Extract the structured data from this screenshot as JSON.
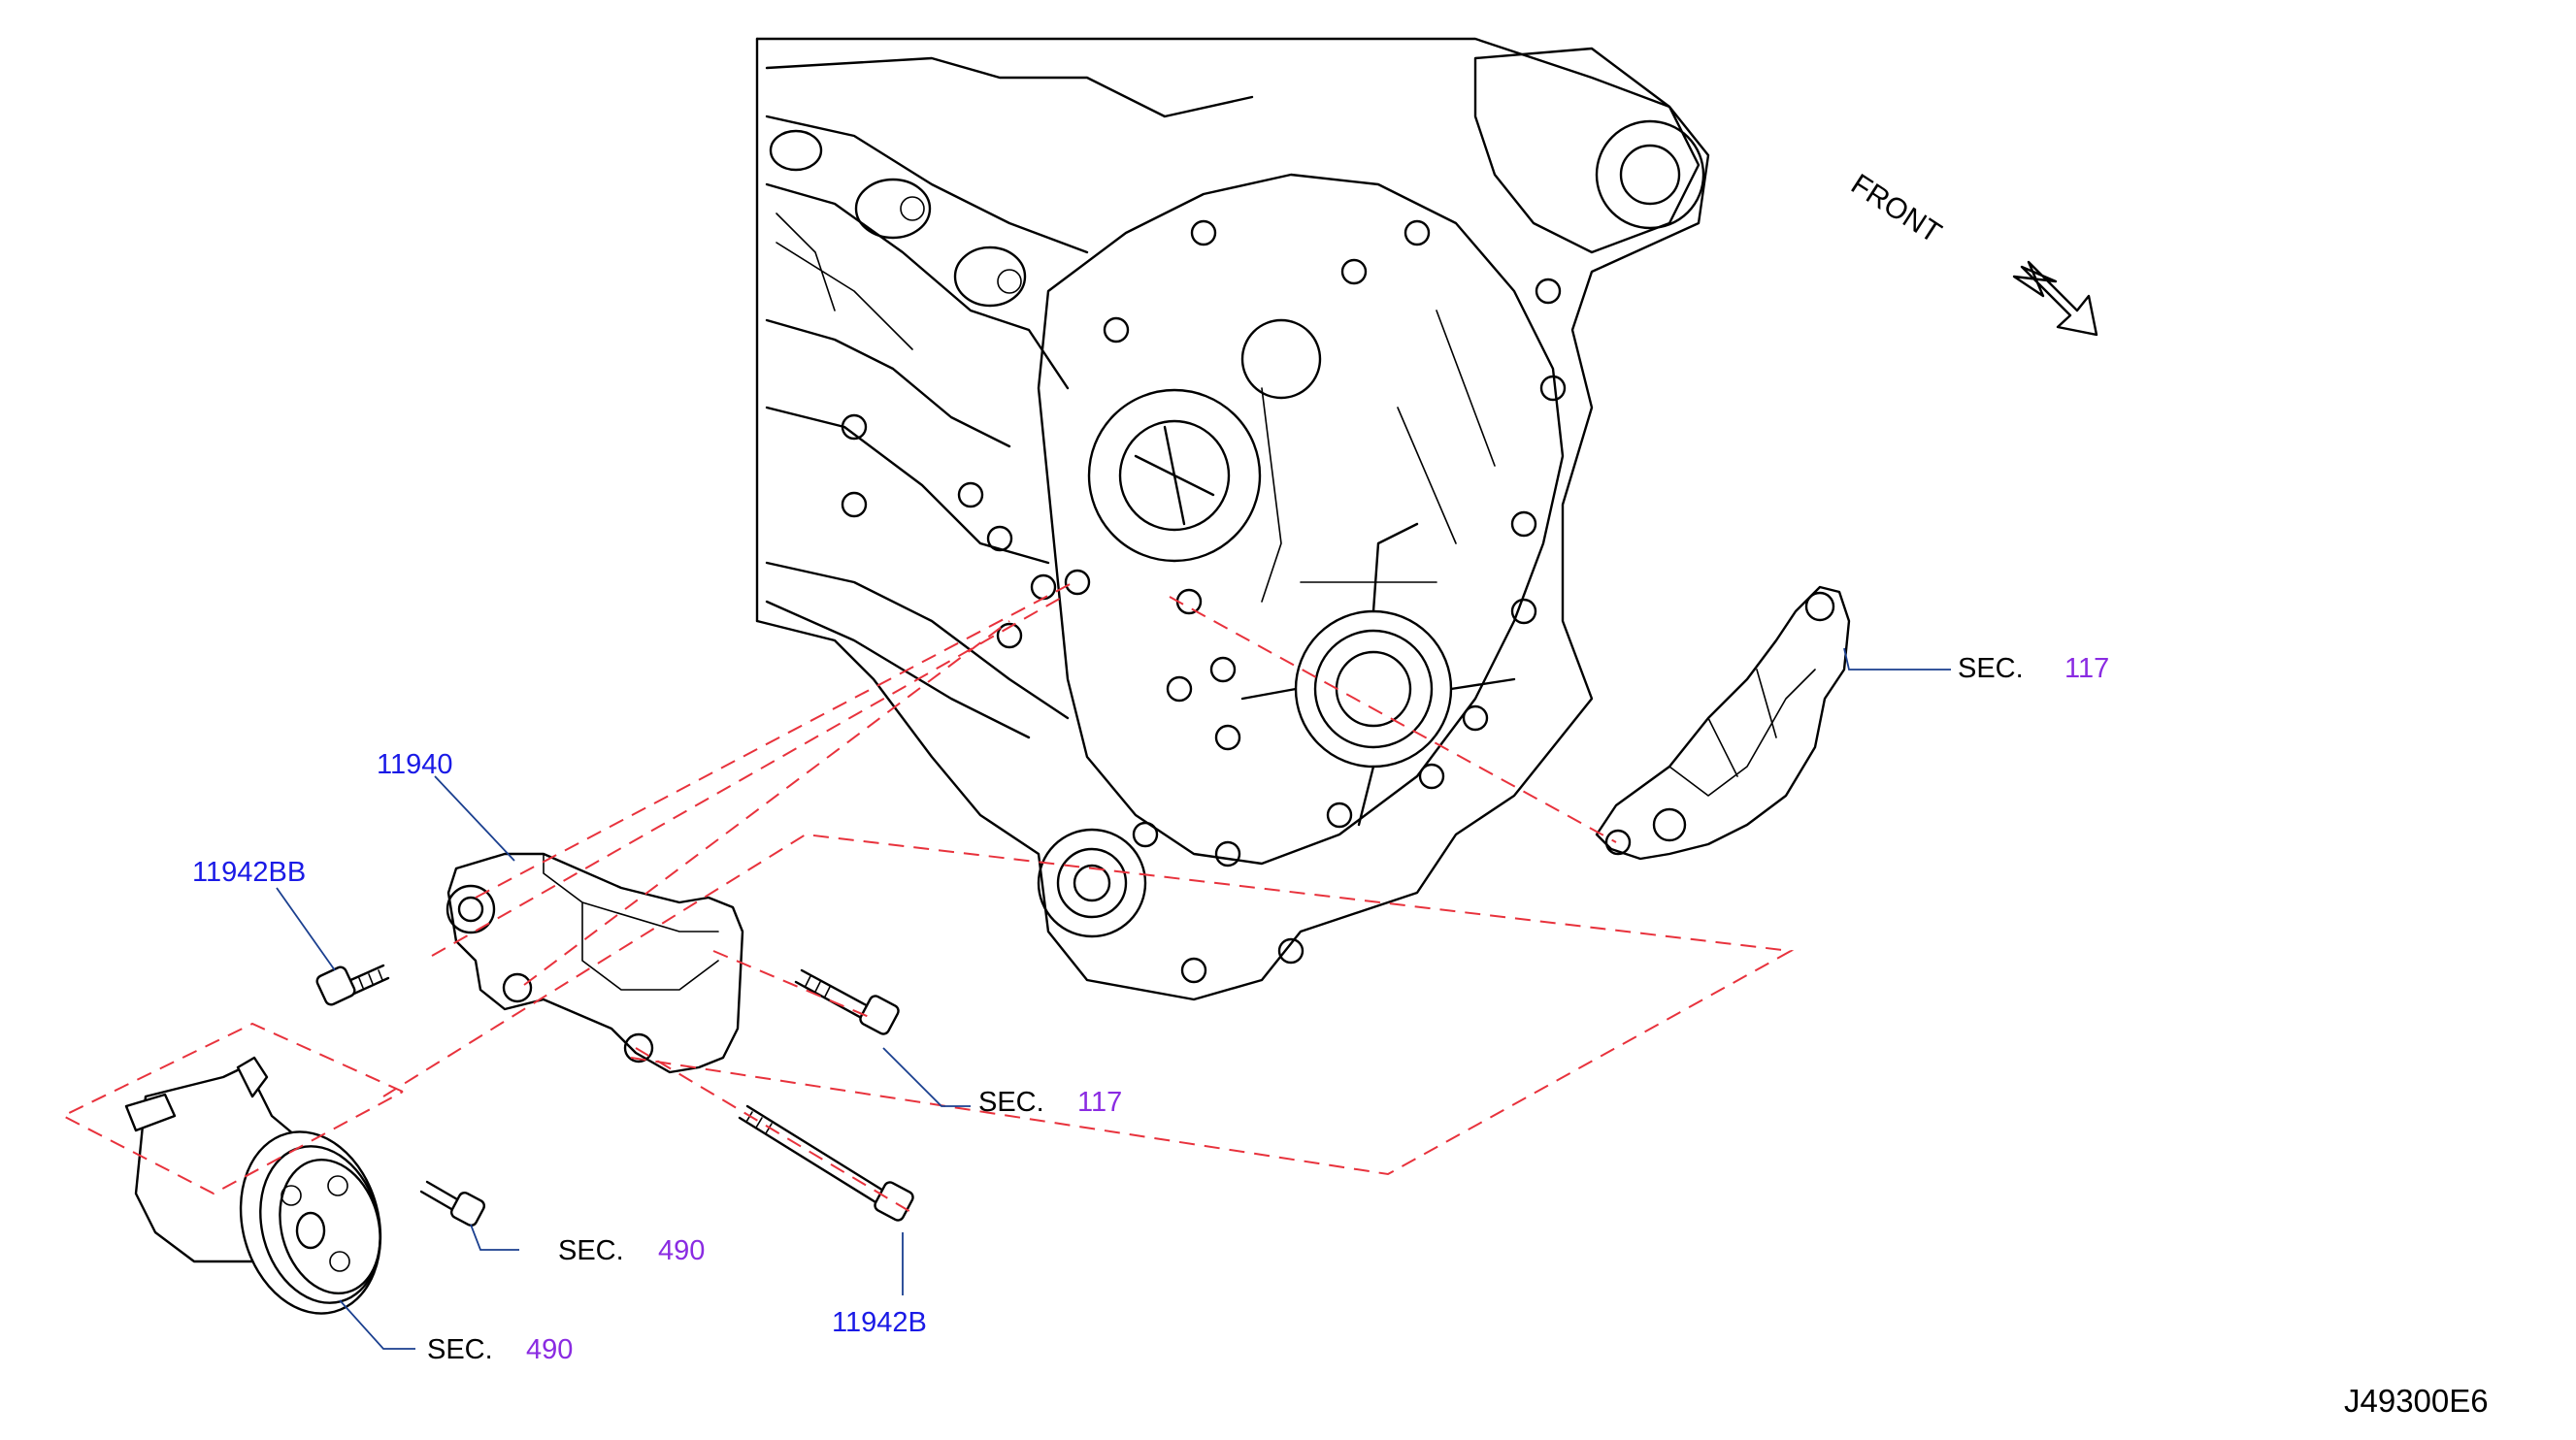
{
  "diagram_code": "J49300E6",
  "front_label": "FRONT",
  "colors": {
    "part_number": "#1a1ae6",
    "section_number": "#8a2be2",
    "dashed_lines": "#e8323c",
    "leader_lines": "#1a3f8f"
  },
  "part_labels": {
    "bracket": "11940",
    "bolt_short": "11942BB",
    "bolt_long": "11942B"
  },
  "section_refs": [
    {
      "prefix": "SEC.",
      "number": "117"
    },
    {
      "prefix": "SEC.",
      "number": "117"
    },
    {
      "prefix": "SEC.",
      "number": "490"
    },
    {
      "prefix": "SEC.",
      "number": "490"
    }
  ]
}
